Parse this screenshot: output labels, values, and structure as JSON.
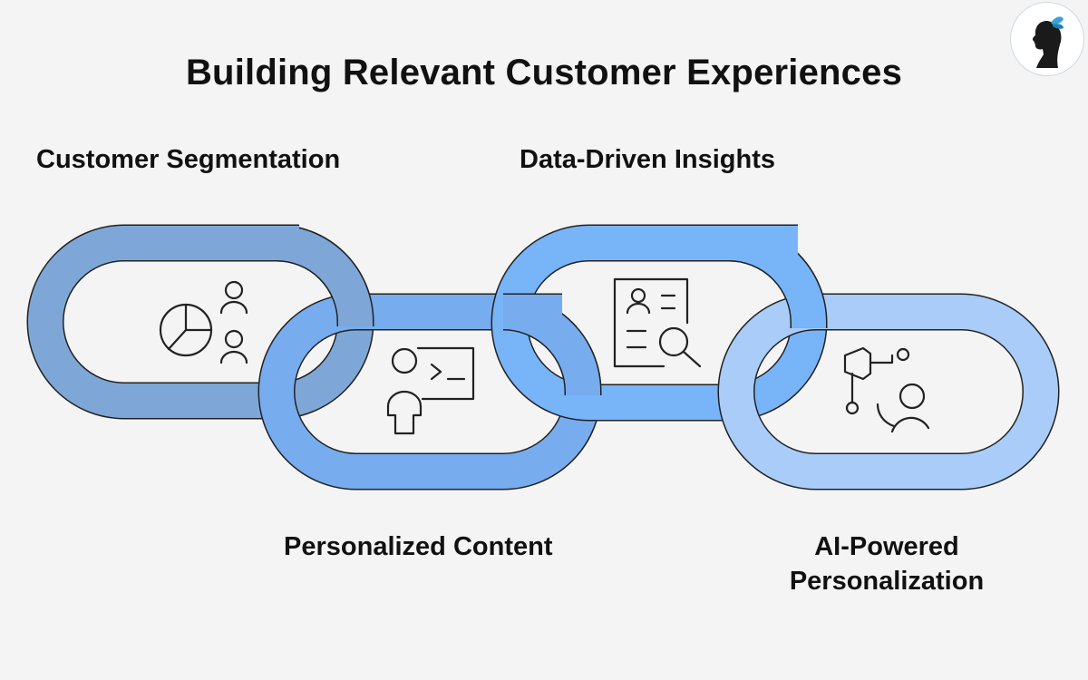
{
  "title": "Building Relevant Customer Experiences",
  "links": [
    {
      "label": "Customer Segmentation",
      "icon": "pie-chart-users-icon",
      "color": "#7ea7d8"
    },
    {
      "label": "Personalized Content",
      "icon": "presenter-screen-icon",
      "color": "#77acee"
    },
    {
      "label": "Data-Driven Insights",
      "icon": "document-magnifier-icon",
      "color": "#78b4f8"
    },
    {
      "label": "AI-Powered Personalization",
      "icon": "person-decision-tree-icon",
      "color": "#a9ccf8"
    }
  ],
  "colors": {
    "background": "#f4f4f4",
    "stroke": "#222222",
    "text": "#111111"
  },
  "logo": {
    "icon": "woman-silhouette-butterfly-icon"
  }
}
